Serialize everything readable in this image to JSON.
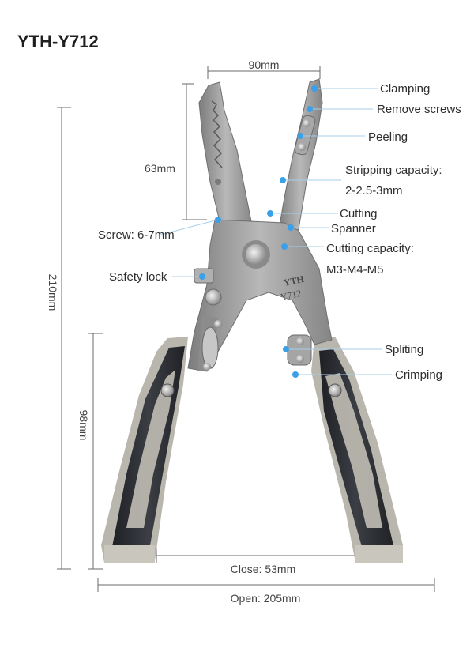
{
  "title": "YTH-Y712",
  "dimensions": {
    "jaw_width": "90mm",
    "jaw_length": "63mm",
    "total_length": "210mm",
    "handle_length": "98mm",
    "close_width": "Close: 53mm",
    "open_width": "Open: 205mm"
  },
  "callouts": {
    "clamping": "Clamping",
    "remove_screws": "Remove screws",
    "peeling": "Peeling",
    "stripping_title": "Stripping capacity:",
    "stripping_value": "2-2.5-3mm",
    "cutting": "Cutting",
    "spanner": "Spanner",
    "cutting_capacity_title": "Cutting capacity:",
    "cutting_capacity_value": "M3-M4-M5",
    "screw": "Screw: 6-7mm",
    "safety_lock": "Safety lock",
    "spliting": "Spliting",
    "crimping": "Crimping"
  },
  "tool_markings": {
    "brand": "YTH",
    "model": "Y712"
  },
  "colors": {
    "accent_blue": "#3aa0e8",
    "handle_black": "#2a2c30",
    "handle_gray": "#b9b6ae",
    "steel": "#9a9a9a"
  }
}
